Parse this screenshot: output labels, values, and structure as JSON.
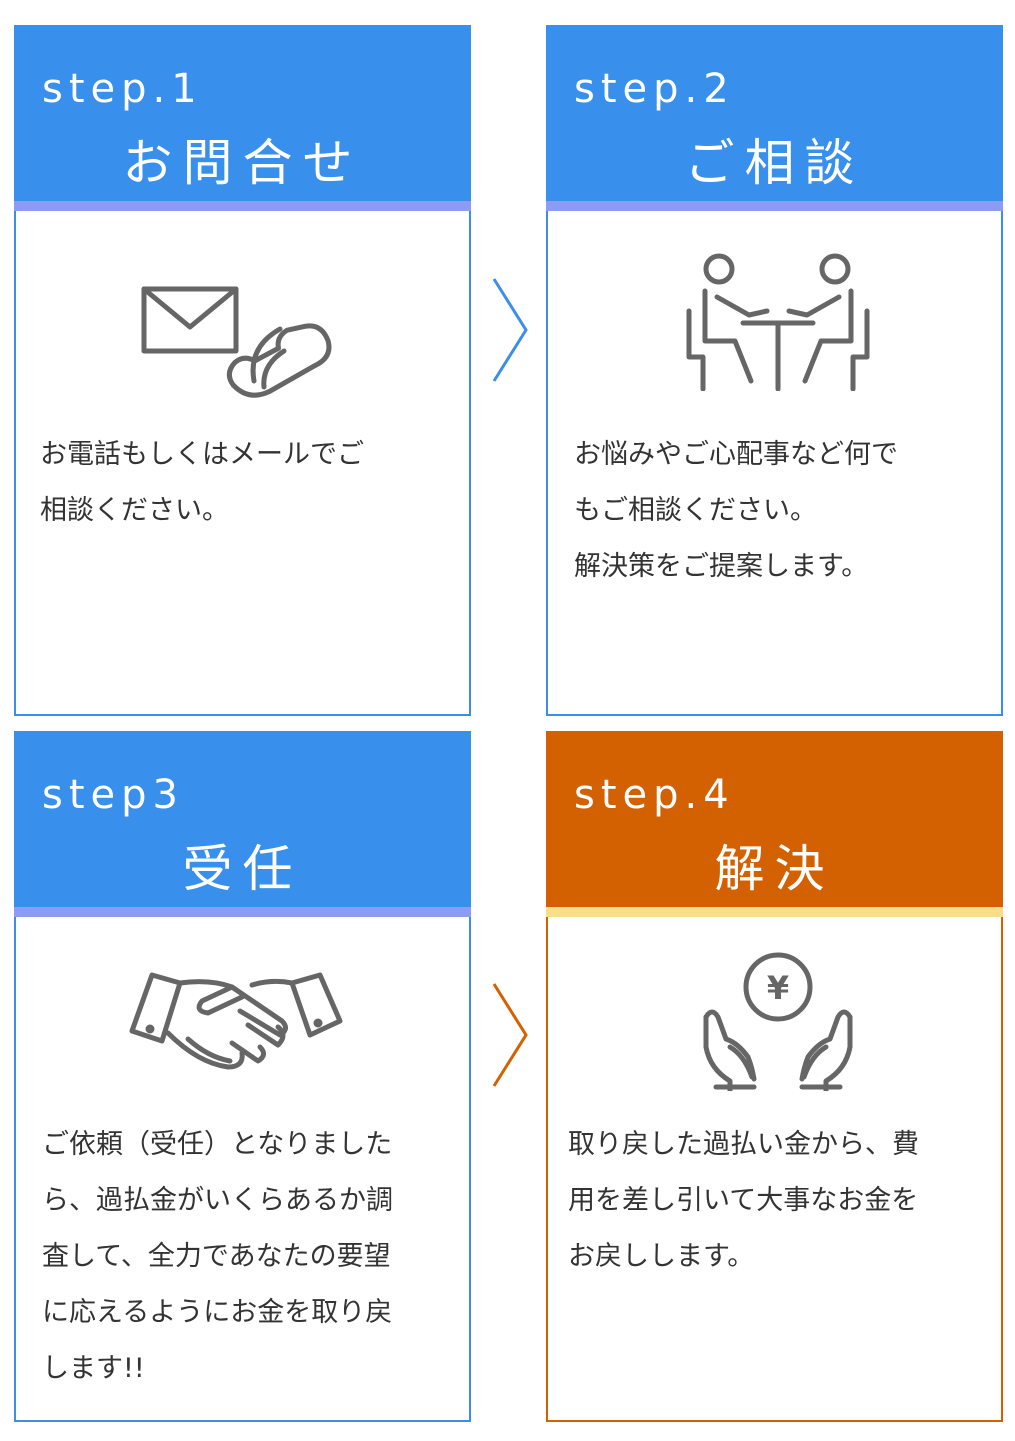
{
  "steps": [
    {
      "label": "step.1",
      "title": "お問合せ",
      "lines": [
        "お電話もしくはメールでご",
        "相談ください。"
      ]
    },
    {
      "label": "step.2",
      "title": "ご相談",
      "lines": [
        "お悩みやご心配事など何で",
        "もご相談ください。",
        "解決策をご提案します。"
      ]
    },
    {
      "label": "step3",
      "title": "受任",
      "lines": [
        "ご依頼（受任）となりました",
        "ら、過払金がいくらあるか調",
        "査して、全力であなたの要望",
        "に応えるようにお金を取り戻",
        "します!!"
      ]
    },
    {
      "label": "step.4",
      "title": "解決",
      "lines": [
        "取り戻した過払い金から、費",
        "用を差し引いて大事なお金を",
        "お戻しします。"
      ]
    }
  ],
  "icons": [
    "mail-phone-icon",
    "consultation-icon",
    "handshake-icon",
    "yen-hands-icon"
  ],
  "colors": {
    "blue": "#388fec",
    "blue_stripe": "#8c9cf4",
    "orange": "#d36101",
    "orange_stripe": "#f6de8a",
    "icon_gray": "#666666"
  }
}
